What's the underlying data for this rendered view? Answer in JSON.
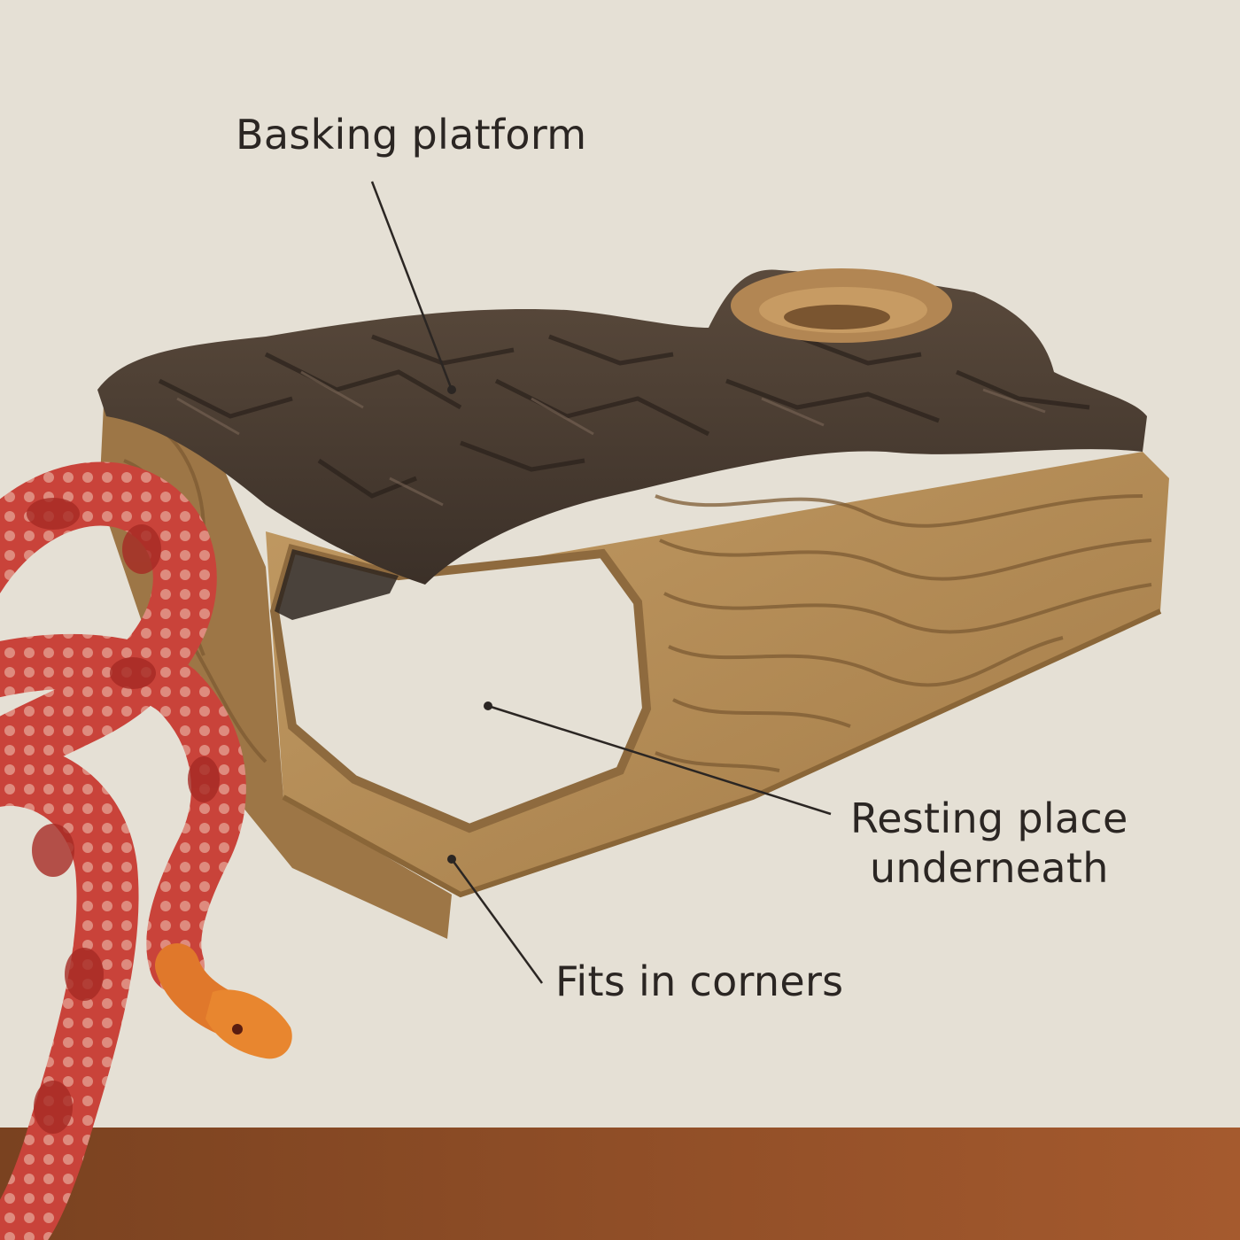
{
  "callouts": {
    "basking_platform": "Basking platform",
    "resting_place": {
      "line1": "Resting place",
      "line2": "underneath"
    },
    "fits_in_corners": "Fits in corners"
  },
  "colors": {
    "background": "#e5e0d5",
    "floor": "#8a4b24",
    "wood_face": "#b58d58",
    "bark": "#4a3c31",
    "snake_red": "#c0392b",
    "snake_pale": "#f0c9b8",
    "snake_orange": "#e07a2a"
  },
  "icons": []
}
